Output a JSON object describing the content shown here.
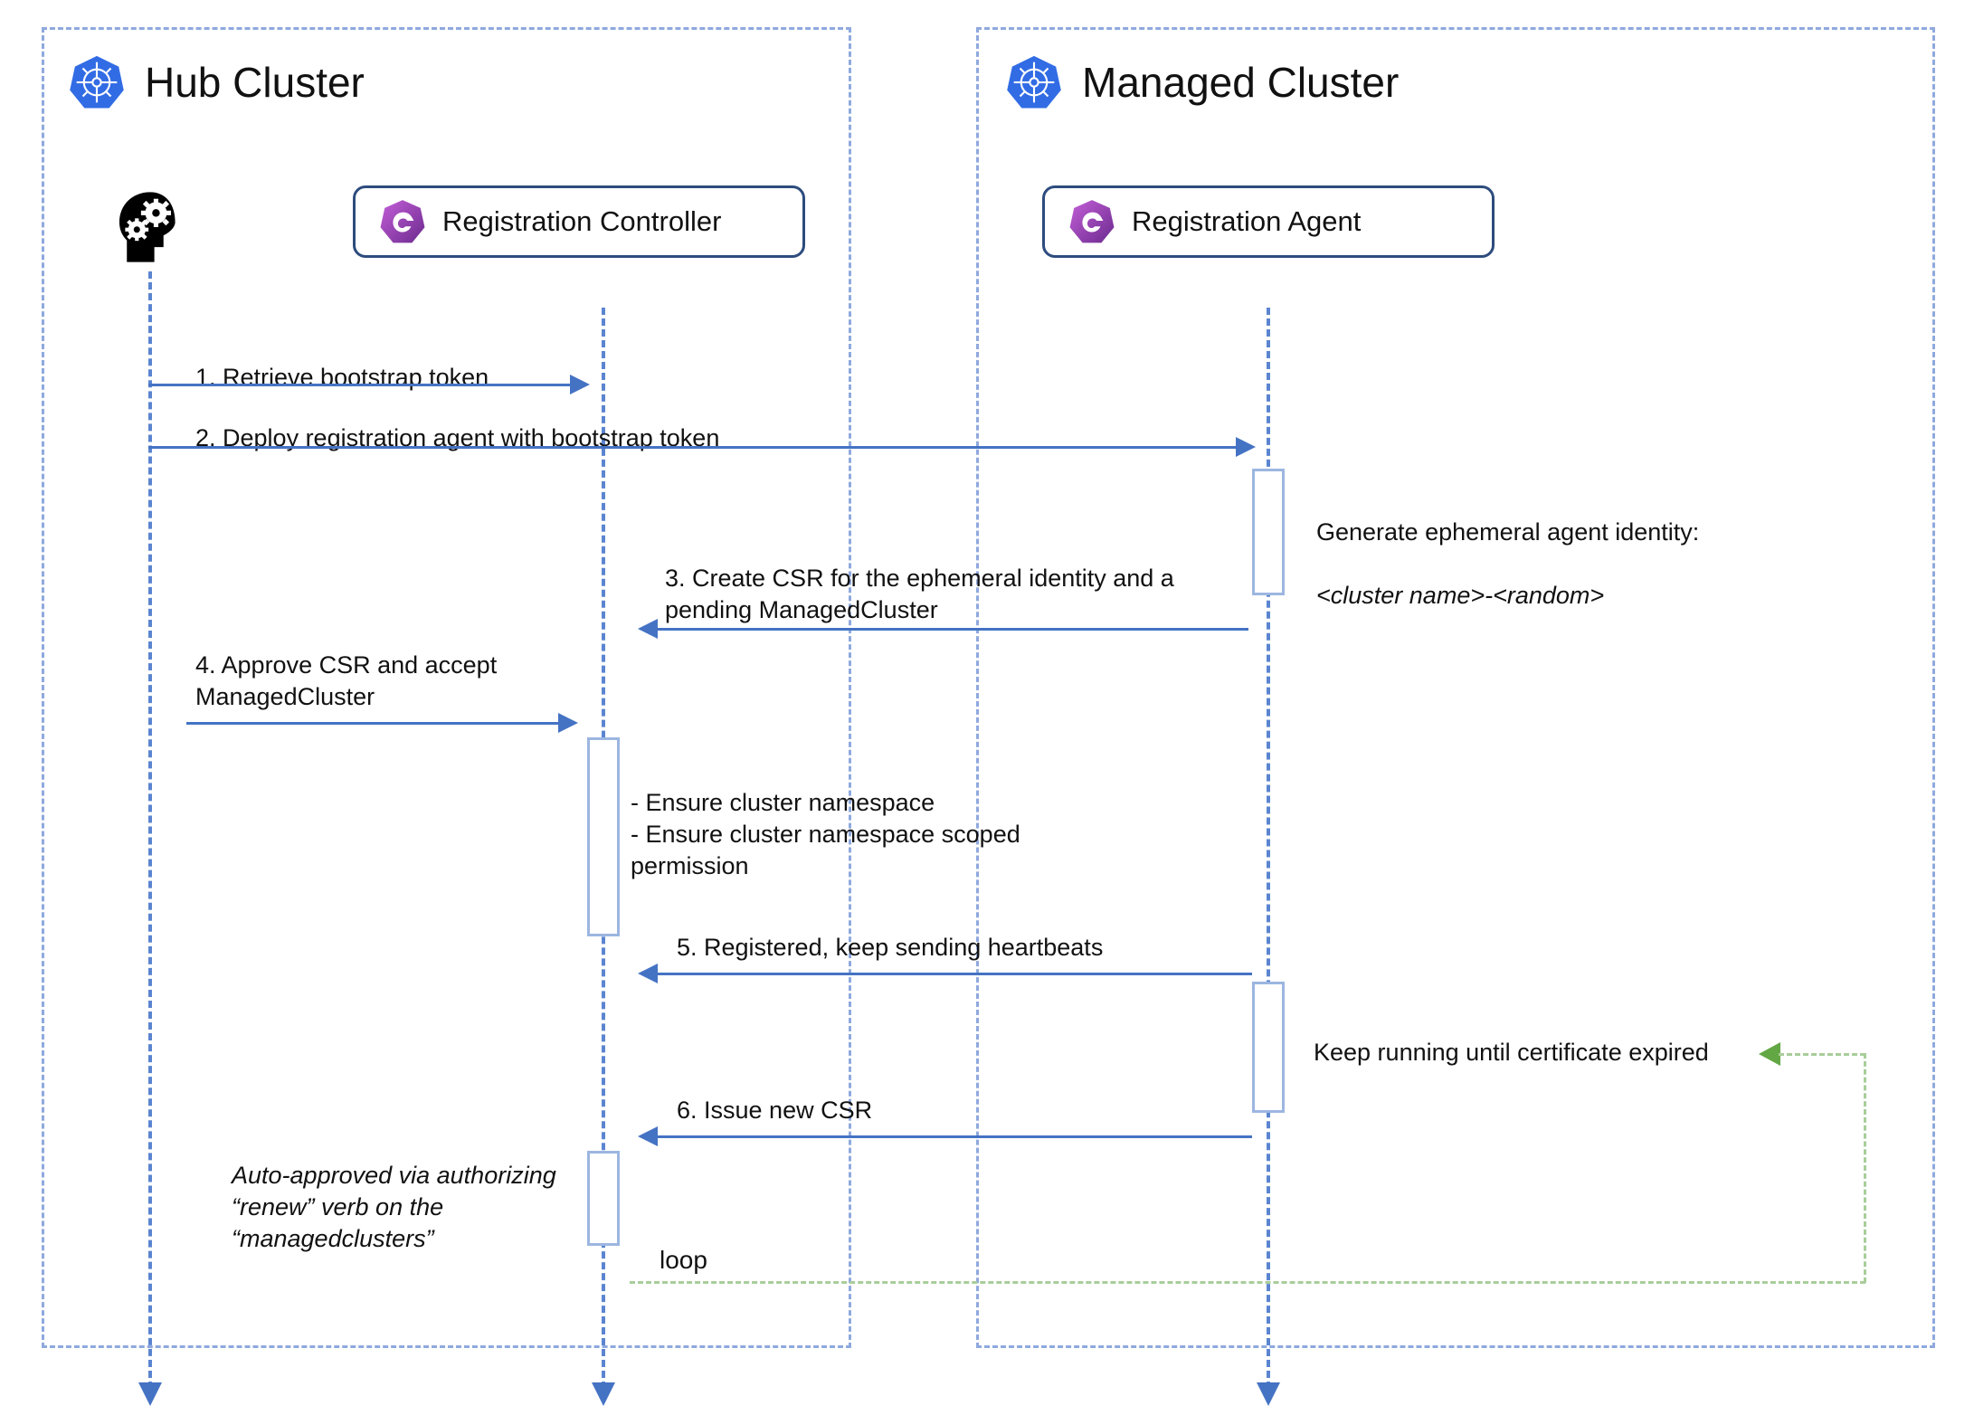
{
  "diagram": {
    "type": "sequence-diagram",
    "title": "Cluster registration sequence",
    "colors": {
      "container_border": "#8fa9de",
      "lifeline": "#5b85d0",
      "arrow": "#4573c4",
      "activation_border": "#9cb6e0",
      "participant_border": "#2d4c7e",
      "k8s_blue": "#326ce5",
      "ocm_purple": "#a23bbf",
      "loop_green": "#a9cd9a",
      "loop_arrowhead_green": "#63a744"
    }
  },
  "containers": [
    {
      "id": "hub",
      "label": "Hub Cluster",
      "icon": "kubernetes-icon"
    },
    {
      "id": "managed",
      "label": "Managed Cluster",
      "icon": "kubernetes-icon"
    }
  ],
  "participants": [
    {
      "id": "user",
      "label": "",
      "icon": "head-with-gears-icon",
      "container": "hub"
    },
    {
      "id": "registration-controller",
      "label": "Registration Controller",
      "icon": "ocm-icon",
      "container": "hub"
    },
    {
      "id": "registration-agent",
      "label": "Registration Agent",
      "icon": "ocm-icon",
      "container": "managed"
    }
  ],
  "messages": [
    {
      "number": "1",
      "text": "1. Retrieve bootstrap token",
      "from": "user",
      "to": "registration-controller",
      "direction": "right"
    },
    {
      "number": "2",
      "text": "2. Deploy registration agent with bootstrap token",
      "from": "user",
      "to": "registration-agent",
      "direction": "right"
    },
    {
      "number": "3",
      "text": "3. Create CSR for the ephemeral identity and a\npending ManagedCluster",
      "from": "registration-agent",
      "to": "registration-controller",
      "direction": "left"
    },
    {
      "number": "4",
      "text": "4. Approve CSR and accept\nManagedCluster",
      "from": "user",
      "to": "registration-controller",
      "direction": "right"
    },
    {
      "number": "5",
      "text": "5. Registered, keep sending heartbeats",
      "from": "registration-agent",
      "to": "registration-controller",
      "direction": "left"
    },
    {
      "number": "6",
      "text": "6. Issue new CSR",
      "from": "registration-agent",
      "to": "registration-controller",
      "direction": "left"
    }
  ],
  "notes": [
    {
      "id": "ephemeral-identity",
      "line1": "Generate ephemeral agent identity:",
      "line2": "<cluster name>-<random>",
      "style": "line2-italic",
      "attached_to": "registration-agent"
    },
    {
      "id": "namespace-actions",
      "text": "- Ensure cluster namespace\n- Ensure cluster namespace scoped\n  permission",
      "style": "normal",
      "attached_to": "registration-controller"
    },
    {
      "id": "keep-running",
      "text": "Keep running until certificate expired",
      "style": "normal",
      "attached_to": "registration-agent"
    },
    {
      "id": "auto-approved",
      "text": "Auto-approved via authorizing\n“renew” verb on the\n“managedclusters”",
      "style": "italic",
      "attached_to": "registration-controller"
    }
  ],
  "loop": {
    "label": "loop",
    "color": "#a9cd9a"
  }
}
